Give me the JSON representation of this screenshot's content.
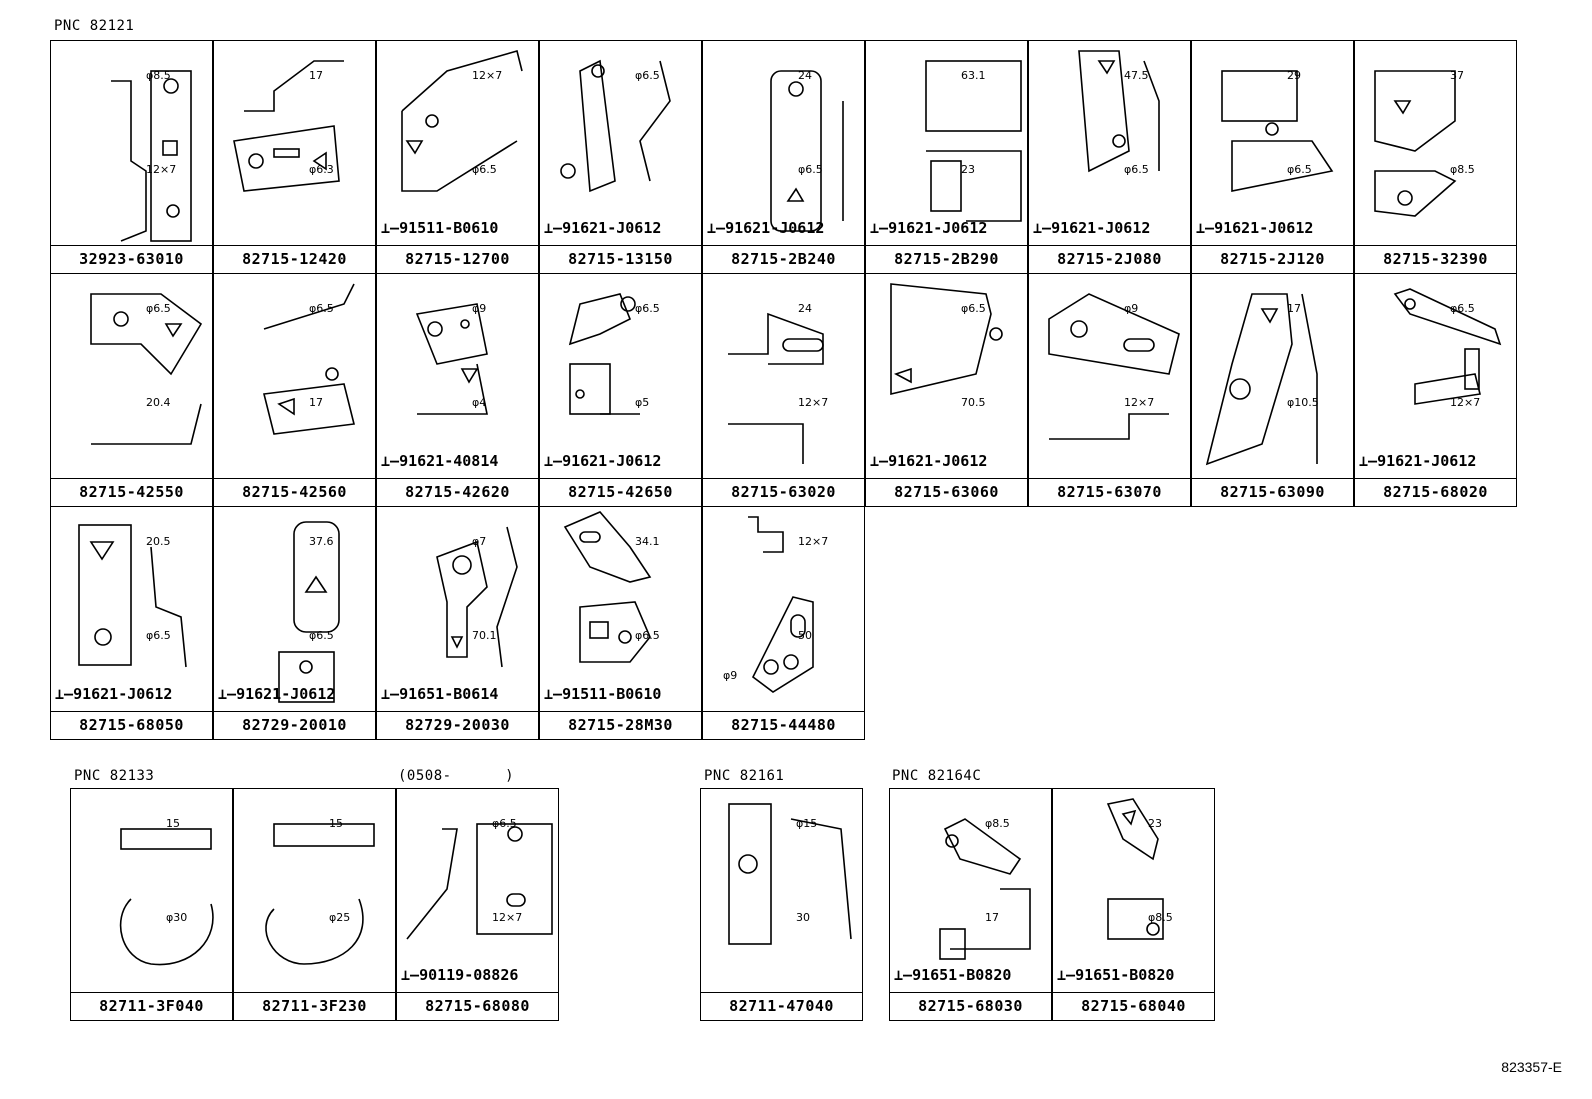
{
  "groups": {
    "g1": {
      "pnc": "PNC 82121"
    },
    "g2": {
      "pnc": "PNC 82133",
      "note": "(0508-      )"
    },
    "g3": {
      "pnc": "PNC 82161"
    },
    "g4": {
      "pnc": "PNC 82164C"
    }
  },
  "parts": [
    {
      "part": "32923-63010",
      "bolt": "",
      "dims": [
        "φ8.5",
        "12×7"
      ]
    },
    {
      "part": "82715-12420",
      "bolt": "",
      "dims": [
        "17",
        "φ6.3"
      ]
    },
    {
      "part": "82715-12700",
      "bolt": "91511-B0610",
      "dims": [
        "12×7",
        "φ6.5"
      ]
    },
    {
      "part": "82715-13150",
      "bolt": "91621-J0612",
      "dims": [
        "φ6.5"
      ]
    },
    {
      "part": "82715-2B240",
      "bolt": "91621-J0612",
      "dims": [
        "24",
        "φ6.5"
      ]
    },
    {
      "part": "82715-2B290",
      "bolt": "91621-J0612",
      "dims": [
        "63.1",
        "23"
      ]
    },
    {
      "part": "82715-2J080",
      "bolt": "91621-J0612",
      "dims": [
        "47.5",
        "φ6.5"
      ]
    },
    {
      "part": "82715-2J120",
      "bolt": "91621-J0612",
      "dims": [
        "29",
        "φ6.5"
      ]
    },
    {
      "part": "82715-32390",
      "bolt": "",
      "dims": [
        "37",
        "φ8.5"
      ]
    },
    {
      "part": "82715-42550",
      "bolt": "",
      "dims": [
        "φ6.5",
        "20.4"
      ]
    },
    {
      "part": "82715-42560",
      "bolt": "",
      "dims": [
        "φ6.5",
        "17"
      ]
    },
    {
      "part": "82715-42620",
      "bolt": "91621-40814",
      "dims": [
        "φ9",
        "φ4"
      ]
    },
    {
      "part": "82715-42650",
      "bolt": "91621-J0612",
      "dims": [
        "φ6.5",
        "φ5"
      ]
    },
    {
      "part": "82715-63020",
      "bolt": "",
      "dims": [
        "24",
        "12×7"
      ]
    },
    {
      "part": "82715-63060",
      "bolt": "91621-J0612",
      "dims": [
        "φ6.5",
        "70.5"
      ]
    },
    {
      "part": "82715-63070",
      "bolt": "",
      "dims": [
        "φ9",
        "12×7"
      ]
    },
    {
      "part": "82715-63090",
      "bolt": "",
      "dims": [
        "17",
        "φ10.5"
      ]
    },
    {
      "part": "82715-68020",
      "bolt": "91621-J0612",
      "dims": [
        "φ6.5",
        "12×7"
      ]
    },
    {
      "part": "82715-68050",
      "bolt": "91621-J0612",
      "dims": [
        "20.5",
        "φ6.5"
      ]
    },
    {
      "part": "82729-20010",
      "bolt": "91621-J0612",
      "dims": [
        "37.6",
        "φ6.5"
      ]
    },
    {
      "part": "82729-20030",
      "bolt": "91651-B0614",
      "dims": [
        "φ7",
        "70.1"
      ]
    },
    {
      "part": "82715-28M30",
      "bolt": "91511-B0610",
      "dims": [
        "34.1",
        "φ6.5"
      ]
    },
    {
      "part": "82715-44480",
      "bolt": "",
      "dims": [
        "12×7",
        "50",
        "φ9"
      ]
    },
    {
      "part": "82711-3F040",
      "bolt": "",
      "dims": [
        "15",
        "φ30"
      ]
    },
    {
      "part": "82711-3F230",
      "bolt": "",
      "dims": [
        "15",
        "φ25"
      ]
    },
    {
      "part": "82715-68080",
      "bolt": "90119-08826",
      "dims": [
        "φ6.5",
        "12×7"
      ]
    },
    {
      "part": "82711-47040",
      "bolt": "",
      "dims": [
        "φ15",
        "30"
      ]
    },
    {
      "part": "82715-68030",
      "bolt": "91651-B0820",
      "dims": [
        "φ8.5",
        "17"
      ]
    },
    {
      "part": "82715-68040",
      "bolt": "91651-B0820",
      "dims": [
        "23",
        "φ8.5"
      ]
    }
  ],
  "footer": {
    "ref": "823357-E"
  }
}
